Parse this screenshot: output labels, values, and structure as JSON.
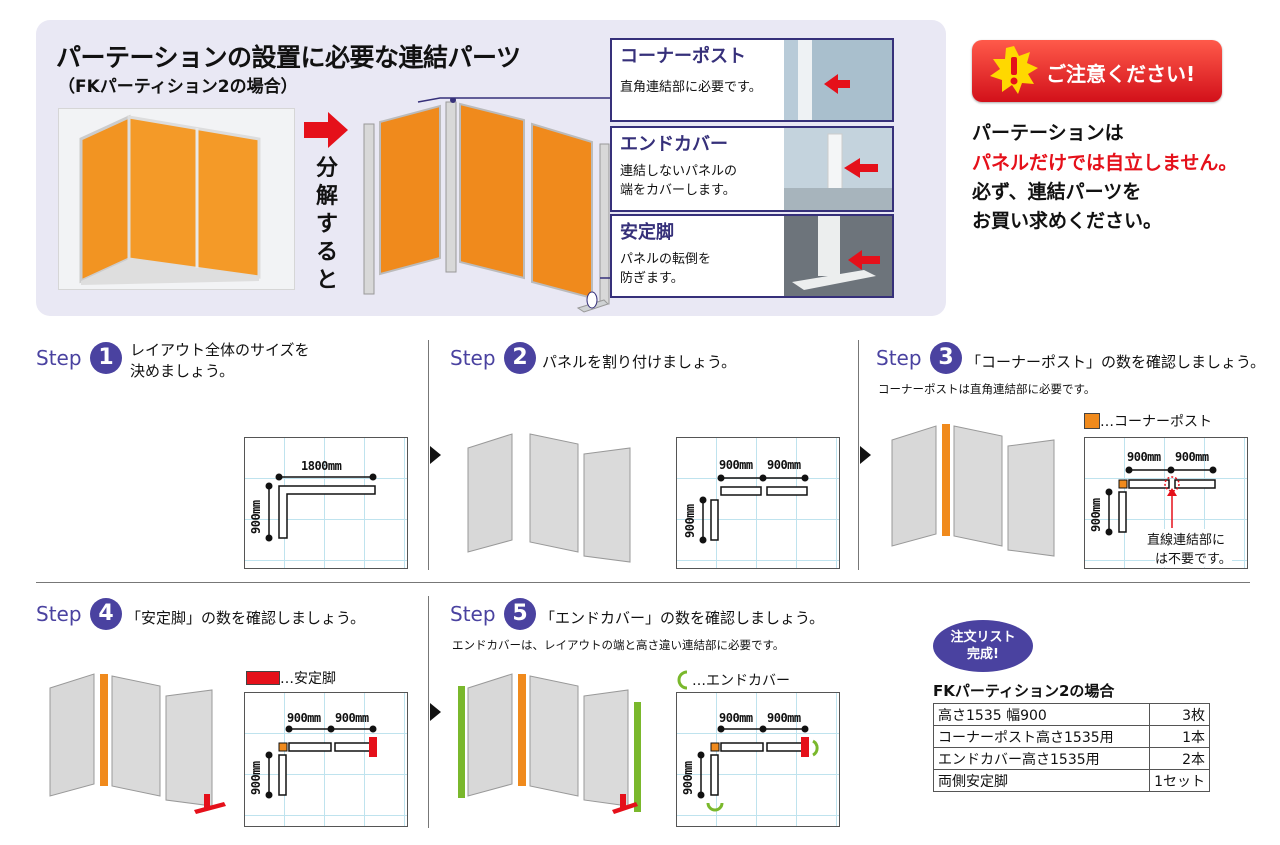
{
  "header": {
    "title": "パーテーションの設置に必要な連結パーツ",
    "subtitle": "（FKパーティション2の場合）",
    "decompose_label": "分解すると"
  },
  "parts": [
    {
      "name": "コーナーポスト",
      "desc": [
        "直角連結部に必要です。"
      ]
    },
    {
      "name": "エンドカバー",
      "desc": [
        "連結しないパネルの",
        "端をカバーします。"
      ]
    },
    {
      "name": "安定脚",
      "desc": [
        "パネルの転倒を",
        "防ぎます。"
      ]
    }
  ],
  "warning": {
    "badge": "ご注意ください!",
    "line1": "パーテーションは",
    "line2": "パネルだけでは自立しません。",
    "line3": "必ず、連結パーツを",
    "line4": "お買い求めください。"
  },
  "steps": {
    "word": "Step",
    "s1": {
      "num": "1",
      "text1": "レイアウト全体のサイズを",
      "text2": "決めましょう。"
    },
    "s2": {
      "num": "2",
      "text": "パネルを割り付けましょう。"
    },
    "s3": {
      "num": "3",
      "text": "「コーナーポスト」の数を確認しましょう。",
      "note": "コーナーポストは直角連結部に必要です。",
      "legend": "…コーナーポスト",
      "callout1": "直線連結部に",
      "callout2": "は不要です。"
    },
    "s4": {
      "num": "4",
      "text": "「安定脚」の数を確認しましょう。",
      "legend": "…安定脚"
    },
    "s5": {
      "num": "5",
      "text": "「エンドカバー」の数を確認しましょう。",
      "note": "エンドカバーは、レイアウトの端と高さ違い連結部に必要です。",
      "legend": "…エンドカバー"
    }
  },
  "dims": {
    "w1800": "1800mm",
    "w900": "900mm",
    "h900": "900mm"
  },
  "order": {
    "badge1": "注文リスト",
    "badge2": "完成!",
    "title": "FKパーティション2の場合",
    "rows": [
      {
        "item": "高さ1535 幅900",
        "qty": "3枚"
      },
      {
        "item": "コーナーポスト高さ1535用",
        "qty": "1本"
      },
      {
        "item": "エンドカバー高さ1535用",
        "qty": "2本"
      },
      {
        "item": "両側安定脚",
        "qty": "1セット"
      }
    ]
  },
  "colors": {
    "accent": "#36307a",
    "orange": "#f08a1c",
    "red": "#e5101a",
    "green": "#7ab82c",
    "panel": "#d8d8d8"
  }
}
